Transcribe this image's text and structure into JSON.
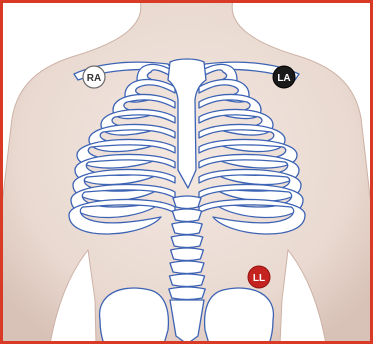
{
  "colors": {
    "frame": "#d93a26",
    "skin": "#eadbd3",
    "skin_shadow": "#d9c2b7",
    "bone_fill": "#ffffff",
    "bone_stroke": "#3d63b4",
    "ra_fill": "#ffffff",
    "la_fill": "#1a1a1a",
    "ll_fill": "#c4231f"
  },
  "electrodes": {
    "ra": {
      "label": "RA"
    },
    "la": {
      "label": "LA"
    },
    "ll": {
      "label": "LL"
    }
  }
}
